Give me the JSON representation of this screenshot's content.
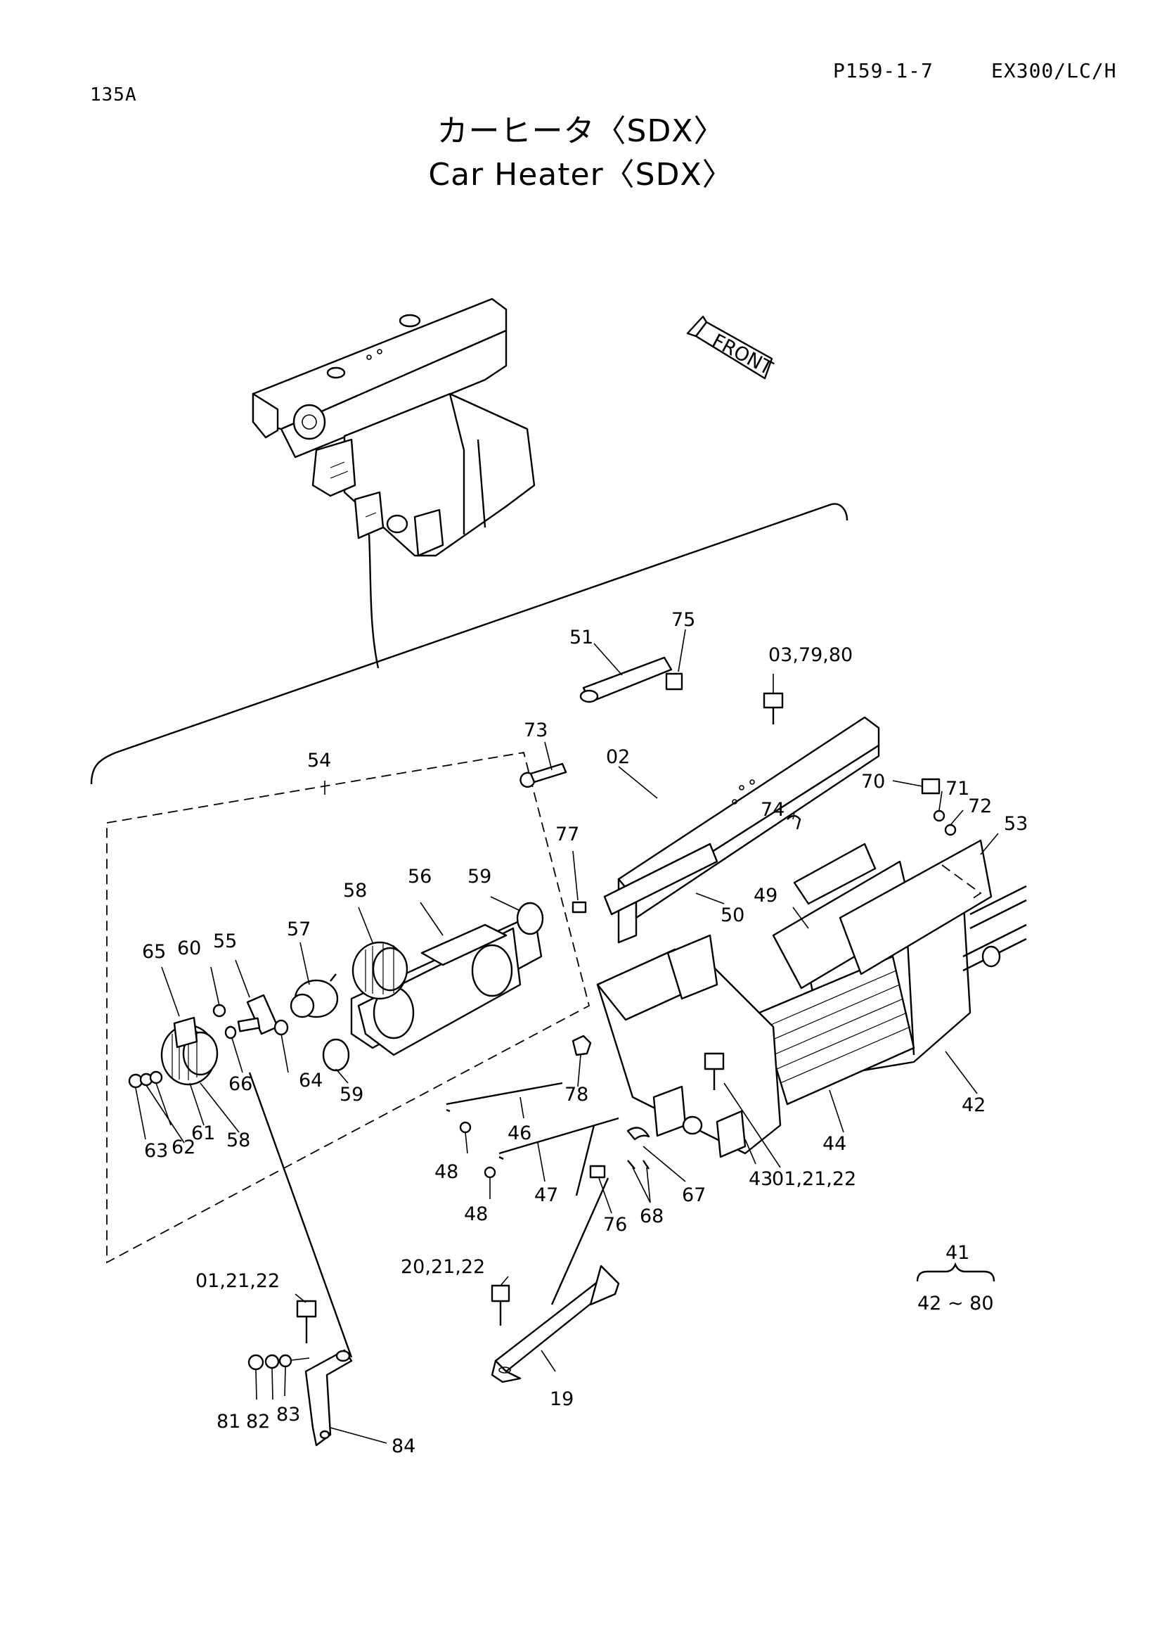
{
  "header": {
    "code": "P159-1-7",
    "model": "EX300/LC/H",
    "page_no": "135A"
  },
  "title": {
    "japanese": "カーヒータ〈SDX〉",
    "english": "Car Heater〈SDX〉"
  },
  "front_marker": "FRONT",
  "callouts": [
    {
      "id": "lbl-51",
      "text": "51"
    },
    {
      "id": "lbl-75",
      "text": "75"
    },
    {
      "id": "lbl-03-79-80",
      "text": "03,79,80"
    },
    {
      "id": "lbl-73",
      "text": "73"
    },
    {
      "id": "lbl-02",
      "text": "02"
    },
    {
      "id": "lbl-70",
      "text": "70"
    },
    {
      "id": "lbl-71",
      "text": "71"
    },
    {
      "id": "lbl-72",
      "text": "72"
    },
    {
      "id": "lbl-53",
      "text": "53"
    },
    {
      "id": "lbl-74",
      "text": "74"
    },
    {
      "id": "lbl-54",
      "text": "54"
    },
    {
      "id": "lbl-77",
      "text": "77"
    },
    {
      "id": "lbl-49",
      "text": "49"
    },
    {
      "id": "lbl-50",
      "text": "50"
    },
    {
      "id": "lbl-58a",
      "text": "58"
    },
    {
      "id": "lbl-56",
      "text": "56"
    },
    {
      "id": "lbl-59a",
      "text": "59"
    },
    {
      "id": "lbl-57",
      "text": "57"
    },
    {
      "id": "lbl-65",
      "text": "65"
    },
    {
      "id": "lbl-60",
      "text": "60"
    },
    {
      "id": "lbl-55",
      "text": "55"
    },
    {
      "id": "lbl-66",
      "text": "66"
    },
    {
      "id": "lbl-64",
      "text": "64"
    },
    {
      "id": "lbl-59b",
      "text": "59"
    },
    {
      "id": "lbl-78",
      "text": "78"
    },
    {
      "id": "lbl-42",
      "text": "42"
    },
    {
      "id": "lbl-61",
      "text": "61"
    },
    {
      "id": "lbl-58b",
      "text": "58"
    },
    {
      "id": "lbl-63",
      "text": "63"
    },
    {
      "id": "lbl-62",
      "text": "62"
    },
    {
      "id": "lbl-46",
      "text": "46"
    },
    {
      "id": "lbl-44",
      "text": "44"
    },
    {
      "id": "lbl-48a",
      "text": "48"
    },
    {
      "id": "lbl-01-21-22a",
      "text": "01,21,22"
    },
    {
      "id": "lbl-43",
      "text": "43"
    },
    {
      "id": "lbl-47",
      "text": "47"
    },
    {
      "id": "lbl-67",
      "text": "67"
    },
    {
      "id": "lbl-68",
      "text": "68"
    },
    {
      "id": "lbl-76",
      "text": "76"
    },
    {
      "id": "lbl-48b",
      "text": "48"
    },
    {
      "id": "lbl-41",
      "text": "41"
    },
    {
      "id": "lbl-42-80",
      "text": "42 ~ 80"
    },
    {
      "id": "lbl-20-21-22",
      "text": "20,21,22"
    },
    {
      "id": "lbl-01-21-22b",
      "text": "01,21,22"
    },
    {
      "id": "lbl-19",
      "text": "19"
    },
    {
      "id": "lbl-81",
      "text": "81"
    },
    {
      "id": "lbl-82",
      "text": "82"
    },
    {
      "id": "lbl-83",
      "text": "83"
    },
    {
      "id": "lbl-84",
      "text": "84"
    }
  ]
}
